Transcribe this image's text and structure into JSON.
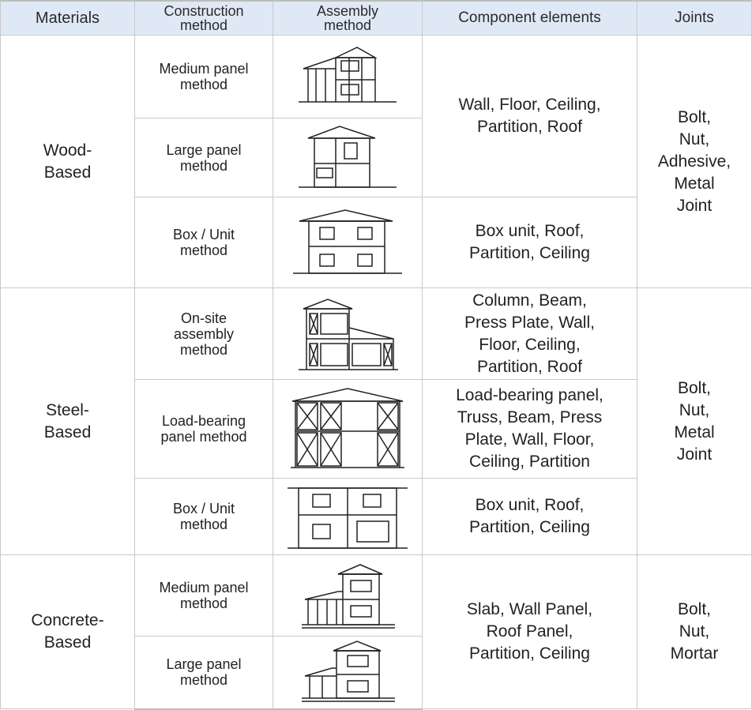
{
  "headers": {
    "materials": "Materials",
    "construction_l1": "Construction",
    "construction_l2": "method",
    "assembly_l1": "Assembly",
    "assembly_l2": "method",
    "components": "Component elements",
    "joints": "Joints"
  },
  "groups": [
    {
      "material_l1": "Wood-",
      "material_l2": "Based",
      "joints": [
        "Bolt,",
        "Nut,",
        "Adhesive,",
        "Metal",
        "Joint"
      ],
      "rows": [
        {
          "method_l1": "Medium panel",
          "method_l2": "method",
          "icon": "wood-medium-panel-drawing"
        },
        {
          "method_l1": "Large panel",
          "method_l2": "method",
          "icon": "wood-large-panel-drawing"
        },
        {
          "method_l1": "Box / Unit",
          "method_l2": "method",
          "icon": "wood-box-unit-drawing"
        }
      ],
      "components": [
        [
          "Wall, Floor, Ceiling,",
          "Partition, Roof"
        ],
        [
          "Box unit, Roof,",
          "Partition, Ceiling"
        ]
      ]
    },
    {
      "material_l1": "Steel-",
      "material_l2": "Based",
      "joints": [
        "Bolt,",
        "Nut,",
        "Metal",
        "Joint"
      ],
      "rows": [
        {
          "method_l1": "On-site",
          "method_l2": "assembly",
          "method_l3": "method",
          "icon": "steel-onsite-assembly-drawing",
          "components": [
            "Column, Beam,",
            "Press Plate, Wall,",
            "Floor, Ceiling,",
            "Partition, Roof"
          ]
        },
        {
          "method_l1": "Load-bearing",
          "method_l2": "panel method",
          "icon": "steel-load-bearing-panel-drawing",
          "components": [
            "Load-bearing panel,",
            "Truss, Beam, Press",
            "Plate, Wall, Floor,",
            "Ceiling, Partition"
          ]
        },
        {
          "method_l1": "Box / Unit",
          "method_l2": "method",
          "icon": "steel-box-unit-drawing",
          "components": [
            "Box unit, Roof,",
            "Partition, Ceiling"
          ]
        }
      ]
    },
    {
      "material_l1": "Concrete-",
      "material_l2": "Based",
      "joints": [
        "Bolt,",
        "Nut,",
        "Mortar"
      ],
      "rows": [
        {
          "method_l1": "Medium panel",
          "method_l2": "method",
          "icon": "concrete-medium-panel-drawing"
        },
        {
          "method_l1": "Large panel",
          "method_l2": "method",
          "icon": "concrete-large-panel-drawing"
        }
      ],
      "components": [
        "Slab, Wall Panel,",
        "Roof Panel,",
        "Partition, Ceiling"
      ]
    }
  ]
}
